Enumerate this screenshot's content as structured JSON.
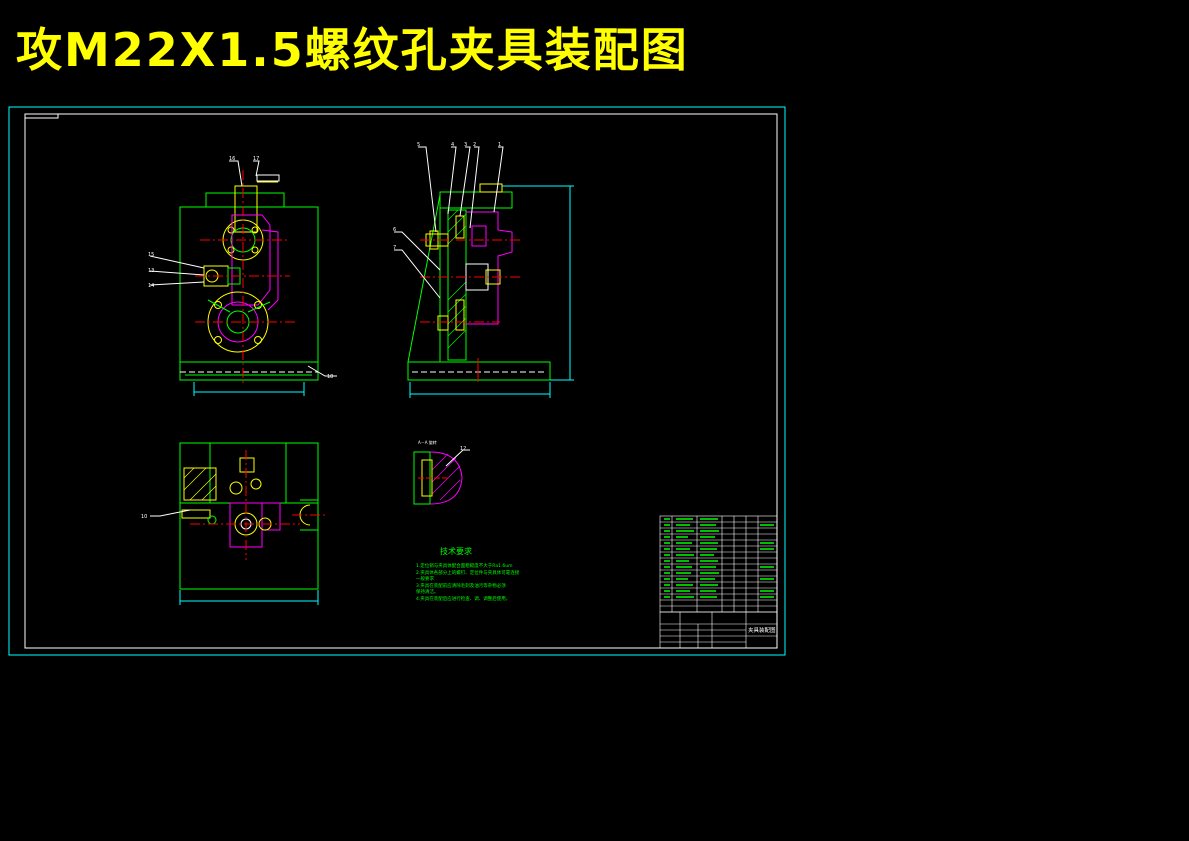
{
  "title": "攻M22X1.5螺纹孔夹具装配图",
  "colors": {
    "background": "#000000",
    "title": "#ffff00",
    "frame": "#00ffff",
    "outline": "#00ff00",
    "magenta": "#ff00ff",
    "yellow": "#ffff00",
    "centerline": "#ff0000",
    "dim": "#00ffff",
    "text": "#ffffff"
  },
  "labels": {
    "front_view": [
      "16",
      "17",
      "15",
      "13",
      "14",
      "18"
    ],
    "side_view": [
      "5",
      "4",
      "3",
      "2",
      "1",
      "6",
      "7"
    ],
    "top_view": [
      "10"
    ],
    "section_view": [
      "12"
    ],
    "section_title": "A－A 旋转"
  },
  "technical_notes": {
    "title": "技术要求",
    "items": [
      "1.定位销与夹具体配合面粗糙度不大于Ra1.6um",
      "2.夹具体各部分上的螺钉、定位件与夹具体可靠连接",
      "  一般要求",
      "3.夹具在装配前应清除毛刺及油污等杂物必须",
      "  保持清洁。",
      "4.夹具在装配后应进行检查、调、调整后使用。"
    ]
  },
  "title_block": {
    "drawing_name": "夹具装配图"
  }
}
